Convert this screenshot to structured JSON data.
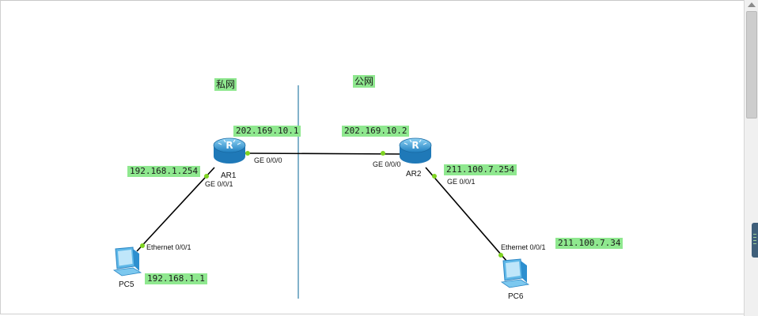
{
  "zones": {
    "private_label": "私网",
    "public_label": "公网"
  },
  "devices": {
    "ar1": {
      "name": "AR1",
      "wan_ip": "202.169.10.1",
      "lan_ip": "192.168.1.254",
      "wan_port": "GE 0/0/0",
      "lan_port": "GE 0/0/1"
    },
    "ar2": {
      "name": "AR2",
      "wan_ip": "202.169.10.2",
      "lan_ip": "211.100.7.254",
      "wan_port": "GE 0/0/0",
      "lan_port": "GE 0/0/1"
    },
    "pc5": {
      "name": "PC5",
      "ip": "192.168.1.1",
      "port": "Ethernet 0/0/1"
    },
    "pc6": {
      "name": "PC6",
      "ip": "211.100.7.34",
      "port": "Ethernet 0/0/1"
    }
  },
  "colors": {
    "label_bg": "#8fe88f",
    "divider": "#2f7fa8",
    "router": "#3ea3d8",
    "port_dot": "#7ed321"
  }
}
